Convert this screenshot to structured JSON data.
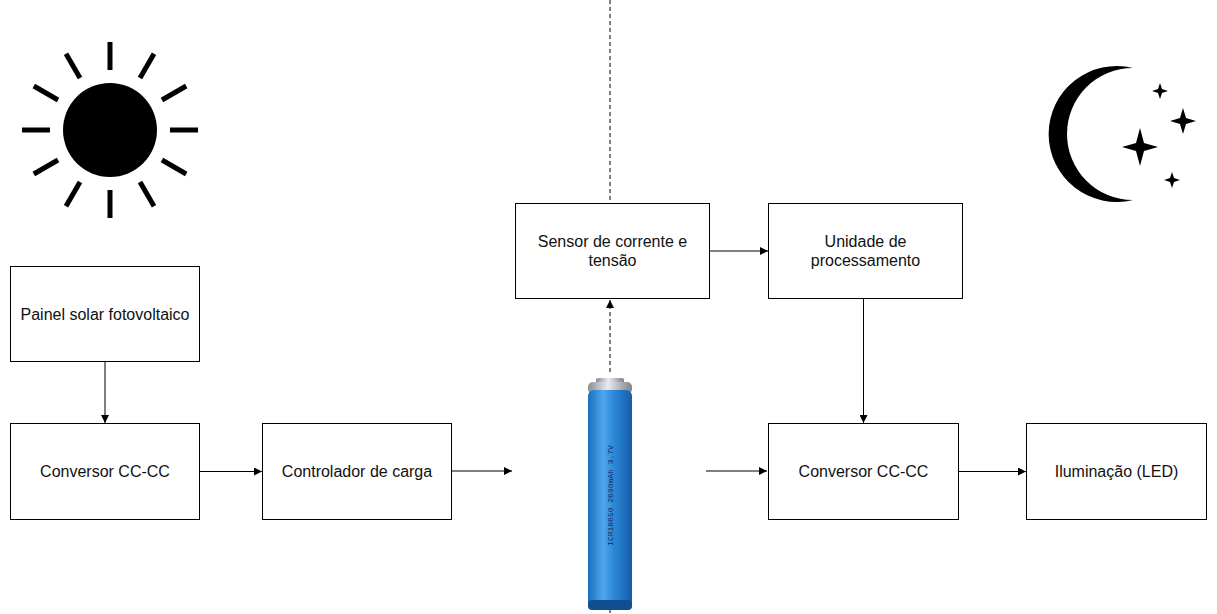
{
  "diagram": {
    "nodes": [
      {
        "text": [
          "Painel solar fotovoltaico"
        ]
      },
      {
        "text": [
          "Conversor CC-CC"
        ]
      },
      {
        "text": [
          "Controlador de carga"
        ]
      },
      {
        "text": [
          "Sensor de corrente e tensão"
        ]
      },
      {
        "text": [
          "Unidade de processamento"
        ]
      },
      {
        "text": [
          "Conversor CC-CC"
        ]
      },
      {
        "text": [
          "Iluminação (LED)"
        ]
      }
    ],
    "edges": [
      {
        "from": 0,
        "to": 1,
        "arrow": "to"
      },
      {
        "from": 1,
        "to": 2,
        "arrow": "to"
      },
      {
        "from": 3,
        "to": 4,
        "arrow": "to"
      },
      {
        "from": 4,
        "to": 5,
        "arrow": "to"
      },
      {
        "from": 5,
        "to": 6,
        "arrow": "to"
      }
    ],
    "labels": [
      "ICR18650 2600mAh 3.7V"
    ]
  }
}
